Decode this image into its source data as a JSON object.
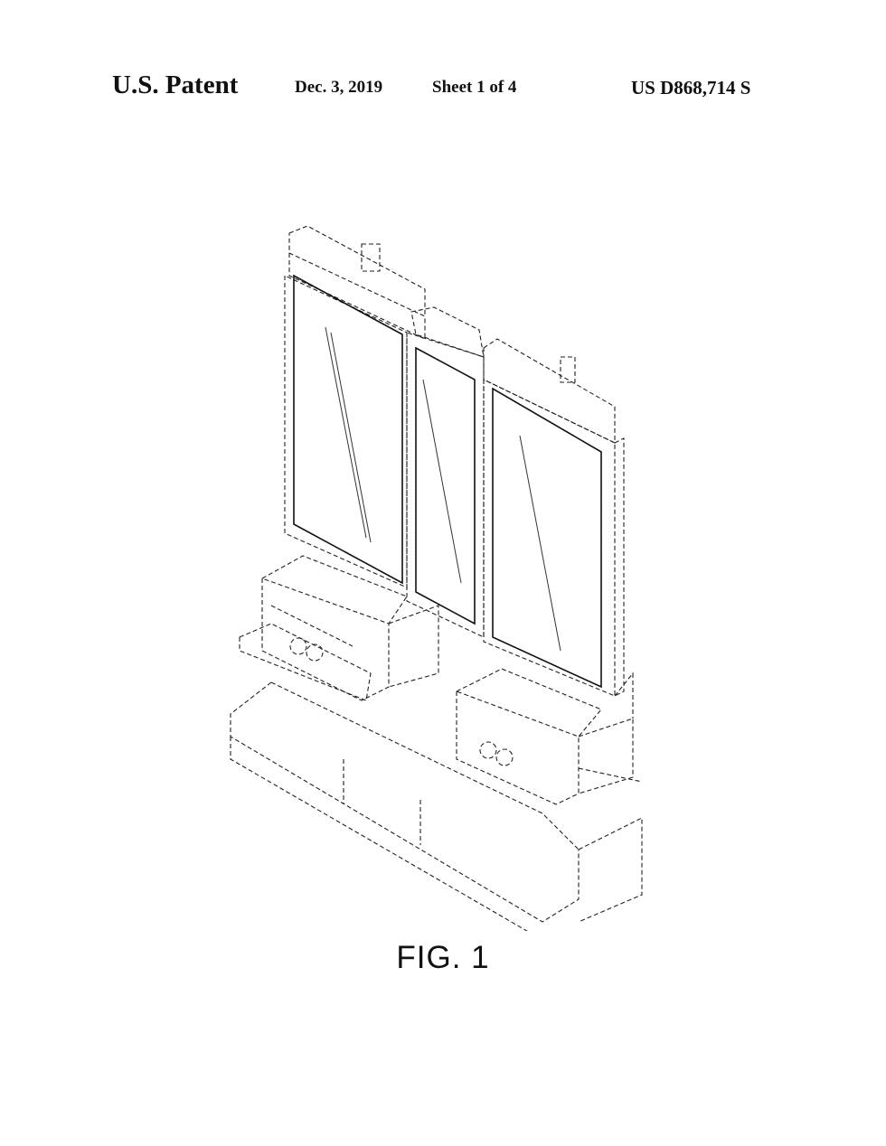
{
  "header": {
    "left": "U.S. Patent",
    "date": "Dec. 3, 2019",
    "sheet": "Sheet 1 of 4",
    "number": "US D868,714 S"
  },
  "figure": {
    "label": "FIG. 1"
  }
}
